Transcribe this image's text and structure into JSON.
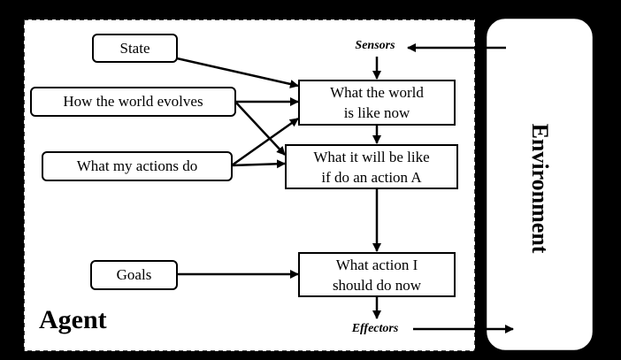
{
  "agent_label": "Agent",
  "environment_label": "Environment",
  "sensors_label": "Sensors",
  "effectors_label": "Effectors",
  "inputs": {
    "state": "State",
    "world_evolves": "How the world evolves",
    "actions_do": "What my actions do",
    "goals": "Goals"
  },
  "process": {
    "world_now_line1": "What the world",
    "world_now_line2": "is like now",
    "will_be_line1": "What it will be like",
    "will_be_line2": "if do an action A",
    "action_line1": "What action I",
    "action_line2": "should do now"
  }
}
